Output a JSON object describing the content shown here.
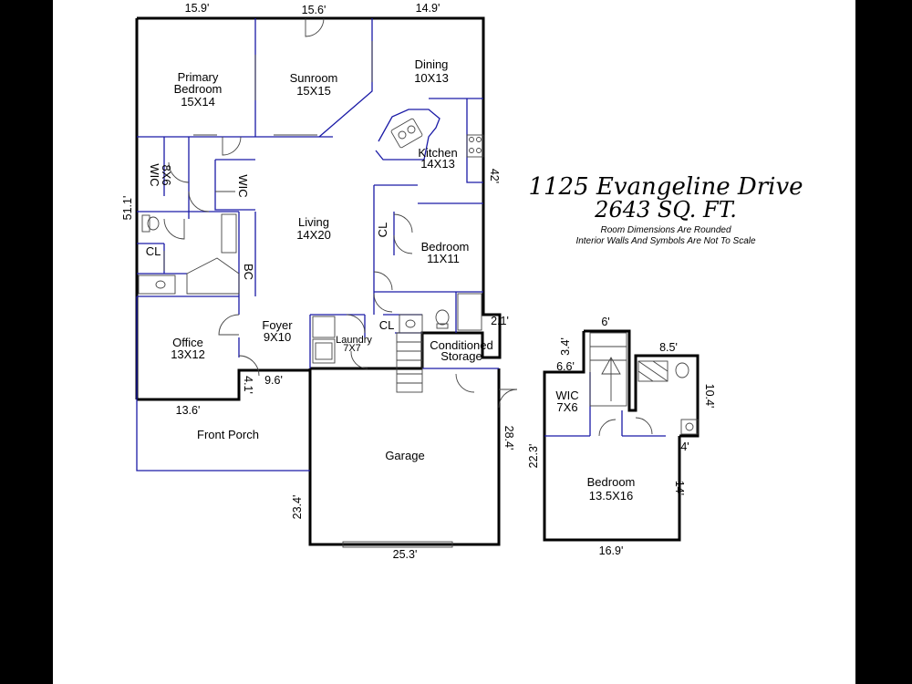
{
  "header": {
    "address": "1125 Evangeline Drive",
    "square_feet": "2643 SQ. FT.",
    "note_line1": "Room Dimensions Are Rounded",
    "note_line2": "Interior Walls And Symbols Are Not To Scale"
  },
  "rooms": {
    "primary_bedroom": {
      "name_l1": "Primary",
      "name_l2": "Bedroom",
      "size": "15X14"
    },
    "sunroom": {
      "name": "Sunroom",
      "size": "15X15"
    },
    "dining": {
      "name": "Dining",
      "size": "10X13"
    },
    "kitchen": {
      "name": "Kitchen",
      "size": "14X13"
    },
    "wic_primary": {
      "name": "WIC",
      "size": "8X6"
    },
    "wic_small": {
      "name": "WIC"
    },
    "living": {
      "name": "Living",
      "size": "14X20"
    },
    "closet_left": {
      "name": "CL"
    },
    "bc": {
      "name": "BC"
    },
    "closet_bedroom": {
      "name": "CL"
    },
    "bedroom_main": {
      "name": "Bedroom",
      "size": "11X11"
    },
    "closet_hall": {
      "name": "CL"
    },
    "foyer": {
      "name": "Foyer",
      "size": "9X10"
    },
    "office": {
      "name": "Office",
      "size": "13X12"
    },
    "laundry": {
      "name": "Laundry",
      "size": "7X7"
    },
    "conditioned_storage": {
      "name_l1": "Conditioned",
      "name_l2": "Storage"
    },
    "front_porch": {
      "name": "Front Porch"
    },
    "garage": {
      "name": "Garage"
    },
    "wic_upper": {
      "name": "WIC",
      "size": "7X6"
    },
    "bedroom_upper": {
      "name": "Bedroom",
      "size": "13.5X16"
    }
  },
  "dimensions": {
    "top_left": "15.9'",
    "top_mid": "15.6'",
    "top_right": "14.9'",
    "left_side": "51.1'",
    "right_side": "42'",
    "small_jog": "2.1'",
    "porch_width": "13.6'",
    "foyer_jog": "4.1'",
    "foyer_width": "9.6'",
    "garage_right": "28.4'",
    "garage_left": "23.4'",
    "garage_bottom": "25.3'",
    "upper_top": "6'",
    "upper_stair": "3.4'",
    "upper_left_jog": "6.6'",
    "upper_bath_width": "8.5'",
    "upper_bath_height": "10.4'",
    "upper_jog": "4'",
    "upper_left": "22.3'",
    "upper_right": "14'",
    "upper_bottom": "16.9'"
  }
}
